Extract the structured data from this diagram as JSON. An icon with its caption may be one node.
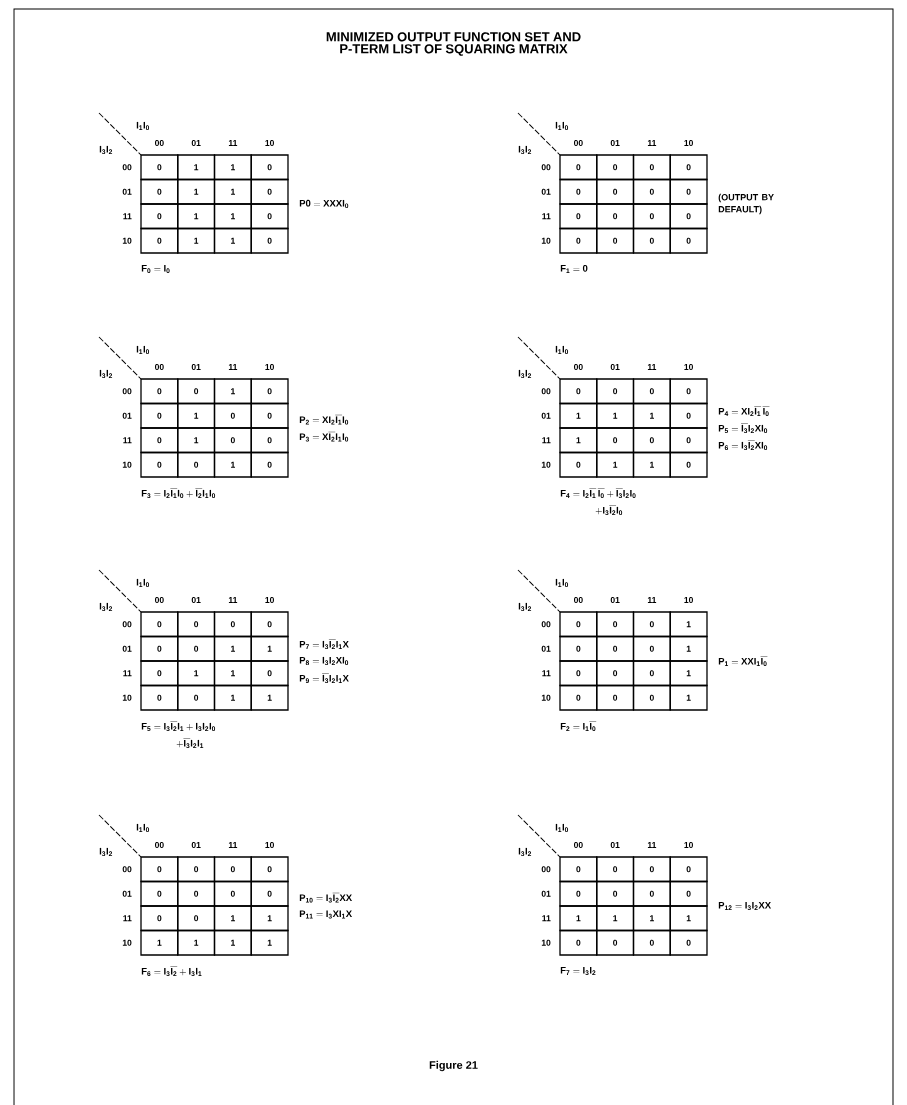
{
  "diagram": {
    "title": "MINIMIZED OUTPUT FUNCTION SET AND P-TERM LIST OF SQUARING MATRIX",
    "caption": "Figure 21",
    "labels": [
      "\\mathrm{I_{1}I_{0}}",
      "\\mathrm{I_{3}I_{2}}",
      "00",
      "01",
      "11",
      "10",
      "00",
      "0",
      "1",
      "1",
      "0",
      "01",
      "0",
      "1",
      "1",
      "0",
      "11",
      "0",
      "1",
      "1",
      "0",
      "10",
      "0",
      "1",
      "1",
      "0",
      "\\mathrm{P0 = XXXI_{0}}",
      "\\mathrm{F_{0} = I_{0}}",
      "\\mathrm{I_{1}I_{0}}",
      "\\mathrm{I_{3}I_{2}}",
      "00",
      "01",
      "11",
      "10",
      "00",
      "0",
      "0",
      "0",
      "0",
      "01",
      "0",
      "0",
      "0",
      "0",
      "11",
      "0",
      "0",
      "0",
      "0",
      "10",
      "0",
      "0",
      "0",
      "0",
      "(OUTPUT BY DEFAULT)",
      "\\mathrm{F_{1} = 0}",
      "\\mathrm{I_{1}I_{0}}",
      "\\mathrm{I_{3}I_{2}}",
      "00",
      "01",
      "11",
      "10",
      "00",
      "0",
      "0",
      "1",
      "0",
      "01",
      "0",
      "1",
      "0",
      "0",
      "11",
      "0",
      "1",
      "0",
      "0",
      "10",
      "0",
      "0",
      "1",
      "0",
      "\\mathrm{P_{2} = XI_{2}\\overline{I_{1}}I_{0}}",
      "\\mathrm{P_{3} = X\\overline{I_{2}}I_{1}I_{0}}",
      "\\mathrm{F_{3} = I_{2}\\overline{I_{1}}I_{0} + \\overline{I_{2}}I_{1}I_{0}}",
      "\\mathrm{I_{1}I_{0}}",
      "\\mathrm{I_{3}I_{2}}",
      "00",
      "01",
      "11",
      "10",
      "00",
      "0",
      "0",
      "0",
      "0",
      "01",
      "1",
      "1",
      "1",
      "0",
      "11",
      "1",
      "0",
      "0",
      "0",
      "10",
      "0",
      "1",
      "1",
      "0",
      "\\mathrm{P_{4} = XI_{2}\\overline{I_{1}}\\,\\overline{I_{0}}}",
      "\\mathrm{P_{5} = \\overline{I_{3}}I_{2}XI_{0}}",
      "\\mathrm{P_{6} = I_{3}\\overline{I_{2}}XI_{0}}",
      "\\mathrm{F_{4} = I_{2}\\overline{I_{1}}\\,\\overline{I_{0}} + \\overline{I_{3}}I_{2}I_{0}}",
      "\\mathrm{+I_{3}\\overline{I_{2}}I_{0}}",
      "\\mathrm{I_{1}I_{0}}",
      "\\mathrm{I_{3}I_{2}}",
      "00",
      "01",
      "11",
      "10",
      "00",
      "0",
      "0",
      "0",
      "0",
      "01",
      "0",
      "0",
      "1",
      "1",
      "11",
      "0",
      "1",
      "1",
      "0",
      "10",
      "0",
      "0",
      "1",
      "1",
      "\\mathrm{P_{7} = I_{3}\\overline{I_{2}}I_{1}X}",
      "\\mathrm{P_{8} = I_{3}I_{2}XI_{0}}",
      "\\mathrm{P_{9} = \\overline{I_{3}}I_{2}I_{1}X}",
      "\\mathrm{F_{5} = I_{3}\\overline{I_{2}}I_{1} + I_{3}I_{2}I_{0}}",
      "\\mathrm{+\\overline{I_{3}}I_{2}I_{1}}",
      "\\mathrm{I_{1}I_{0}}",
      "\\mathrm{I_{3}I_{2}}",
      "00",
      "01",
      "11",
      "10",
      "00",
      "0",
      "0",
      "0",
      "1",
      "01",
      "0",
      "0",
      "0",
      "1",
      "11",
      "0",
      "0",
      "0",
      "1",
      "10",
      "0",
      "0",
      "0",
      "1",
      "\\mathrm{P_{1} = XXI_{1}\\overline{I_{0}}}",
      "\\mathrm{F_{2} = I_{1}\\overline{I_{0}}}",
      "\\mathrm{I_{1}I_{0}}",
      "\\mathrm{I_{3}I_{2}}",
      "00",
      "01",
      "11",
      "10",
      "00",
      "0",
      "0",
      "0",
      "0",
      "01",
      "0",
      "0",
      "0",
      "0",
      "11",
      "0",
      "0",
      "1",
      "1",
      "10",
      "1",
      "1",
      "1",
      "1",
      "\\mathrm{P_{10} = I_{3}\\overline{I_{2}}XX}",
      "\\mathrm{P_{11} = I_{3}XI_{1}X}",
      "\\mathrm{F_{6} = I_{3}\\overline{I_{2}} + I_{3}I_{1}}",
      "\\mathrm{I_{1}I_{0}}",
      "\\mathrm{I_{3}I_{2}}",
      "00",
      "01",
      "11",
      "10",
      "00",
      "0",
      "0",
      "0",
      "0",
      "01",
      "0",
      "0",
      "0",
      "0",
      "11",
      "1",
      "1",
      "1",
      "1",
      "10",
      "0",
      "0",
      "0",
      "0",
      "\\mathrm{P_{12} = I_{3}I_{2}XX}",
      "\\mathrm{F_{7} = I_{3}I_{2}}"
    ]
  }
}
